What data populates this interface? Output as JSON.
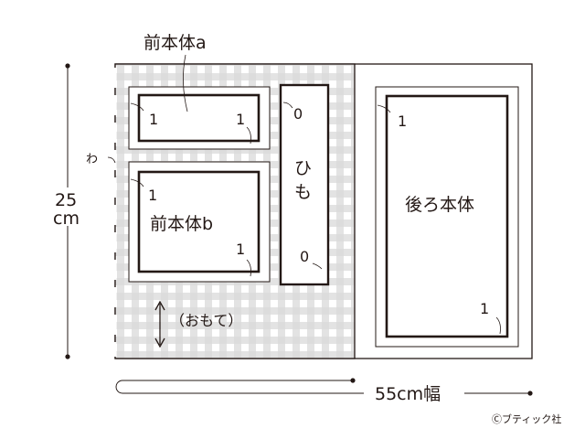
{
  "fabric": {
    "fold_label": "わ",
    "height_value": "25",
    "height_unit": "cm",
    "width_label": "55cm幅",
    "grain_label": "（おもて）"
  },
  "pieces": {
    "front_a": {
      "label": "前本体a",
      "seam_left": "1",
      "seam_right": "1"
    },
    "front_b": {
      "label": "前本体b",
      "seam_top": "1",
      "seam_bottom": "1"
    },
    "strap": {
      "label": "ひも",
      "seam_top": "0",
      "seam_bottom": "0"
    },
    "back": {
      "label": "後ろ本体",
      "seam_top": "1",
      "seam_bottom": "1"
    }
  },
  "credit": "Ⓒブティック社",
  "colors": {
    "line": "#231815",
    "check_light": "#e3e3e3",
    "check_dark": "#c9c9c9"
  }
}
